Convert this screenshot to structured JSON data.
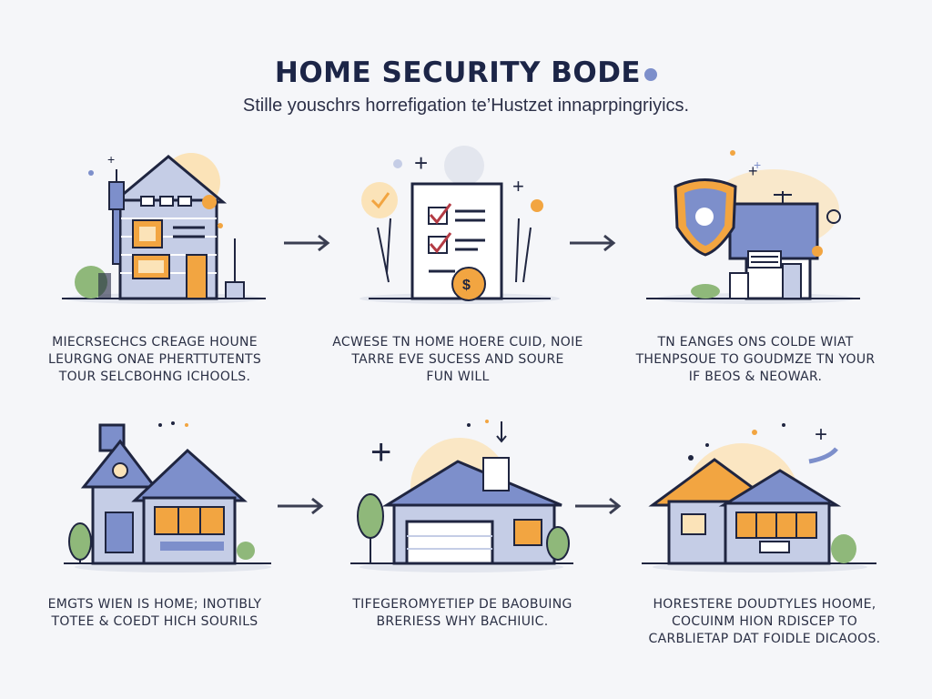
{
  "header": {
    "title": "HOME SECURITY BODE",
    "subtitle": "Stille youschrs horrefigation te’Hustzet innaprpingriyics."
  },
  "steps": [
    {
      "icon": "house-with-camera-icon",
      "caption": [
        "MIECRSECHCS CREAGE HOUNE",
        "LEURGNG ONAE PHERTTUTENTS",
        "TOUR SELCBOHNG ICHOOLS."
      ]
    },
    {
      "icon": "checklist-icon",
      "caption": [
        "ACWESE TN HOME HOERE CUID, NOIE",
        "TARRE EVE SUCESS AND SOURE",
        "FUN WILL"
      ]
    },
    {
      "icon": "shield-building-icon",
      "caption": [
        "TN EANGES ONS COLDE WIAT",
        "THENPSOUE TO GOUDMZE TN YOUR",
        "IF BEOS & NEOWAR."
      ]
    },
    {
      "icon": "two-story-house-icon",
      "caption": [
        "EMGTS WIEN IS HOME; INOTIBLY",
        "TOTEE & COEDT HICH SOURILS"
      ]
    },
    {
      "icon": "garage-house-icon",
      "caption": [
        "TIFEGEROMYETIEP DE BAOBUING",
        "BRERIESS WHY BACHIUIC."
      ]
    },
    {
      "icon": "bungalow-icon",
      "caption": [
        "HORESTERE DOUDTYLES HOOME,",
        "COCUINM HION RDISCEP TO",
        "CARBLIETAP DAT FOIDLE DICAOOS."
      ]
    }
  ],
  "colors": {
    "navy": "#1f2540",
    "blue": "#7d8fcb",
    "light_blue": "#c5cde6",
    "orange": "#f2a541",
    "pale_orange": "#fbe3b8",
    "green": "#8fb87a"
  }
}
